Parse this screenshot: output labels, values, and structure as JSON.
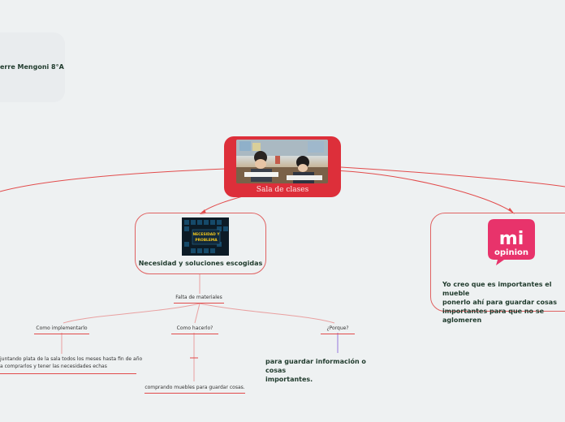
{
  "author": {
    "name": "erre Mengoni 8°A"
  },
  "central": {
    "title": "Sala de clases",
    "image": "classroom-photo"
  },
  "necesidad": {
    "badge_line1": "NECESIDAD Y",
    "badge_line2": "PROBLEMA",
    "label": "Necesidad y soluciones escogidas",
    "subtopic": "Falta de materiales",
    "branches": [
      {
        "label": "Como implementarlo",
        "detail_line1": "juntando plata de la sala todos los meses hasta fin de año",
        "detail_line2": "a comprarlos y tener las necesidades echas"
      },
      {
        "label": "Como hacerlo?",
        "detail_line1": "comprando muebles para guardar cosas."
      },
      {
        "label": "¿Porque?",
        "detail_line1": "para guardar información o cosas",
        "detail_line2": "importantes."
      }
    ]
  },
  "opinion": {
    "badge_word1": "mi",
    "badge_word2": "opinion",
    "text_line1": "Yo creo que es importantes el mueble",
    "text_line2": "ponerlo ahí para guardar cosas",
    "text_line3": "importantes para que no se aglomeren"
  },
  "colors": {
    "accent": "#dd2f3a",
    "line": "#e24b4b",
    "purple": "#a58be0",
    "badge": "#e8336b"
  }
}
